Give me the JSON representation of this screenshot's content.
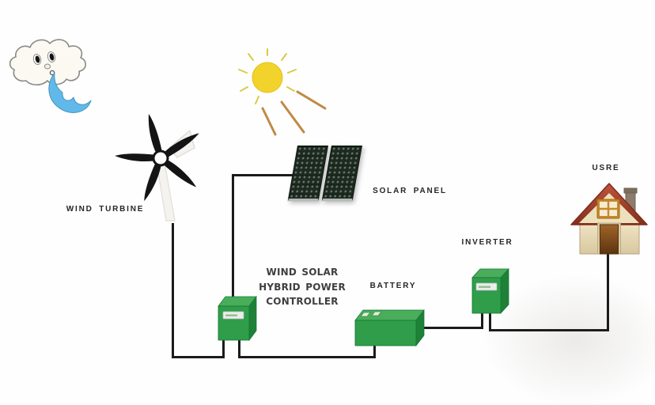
{
  "diagram": {
    "type": "wind-solar-hybrid-power-system",
    "components": [
      {
        "id": "wind-cloud",
        "icon": "cloud-blowing-wind-icon",
        "label": ""
      },
      {
        "id": "wind-turbine",
        "icon": "wind-turbine-icon",
        "label": "WIND TURBINE"
      },
      {
        "id": "sun",
        "icon": "sun-icon",
        "label": ""
      },
      {
        "id": "solar-panel",
        "icon": "solar-panel-icon",
        "label": "SOLAR PANEL"
      },
      {
        "id": "controller",
        "icon": "green-box-icon",
        "label": "WIND SOLAR HYBRID POWER CONTROLLER"
      },
      {
        "id": "battery",
        "icon": "green-battery-box-icon",
        "label": "BATTERY"
      },
      {
        "id": "inverter",
        "icon": "green-box-icon",
        "label": "INVERTER"
      },
      {
        "id": "user-house",
        "icon": "house-icon",
        "label": "USRE"
      }
    ],
    "connections": [
      [
        "wind-turbine",
        "controller"
      ],
      [
        "solar-panel",
        "controller"
      ],
      [
        "controller",
        "battery"
      ],
      [
        "battery",
        "inverter"
      ],
      [
        "inverter",
        "user-house"
      ]
    ]
  },
  "labels": {
    "wind_turbine": "WIND TURBINE",
    "solar_panel": "SOLAR PANEL",
    "controller_lines": [
      "WIND SOLAR",
      "HYBRID POWER",
      "CONTROLLER"
    ],
    "battery": "BATTERY",
    "inverter": "INVERTER",
    "house": "USRE"
  },
  "colors": {
    "box_front": "#2f9d4a",
    "box_top": "#4aad5b",
    "box_side": "#1f8038",
    "box_outline": "#157a33",
    "wire": "#1b1b1b",
    "sun": "#f2d32b",
    "sun_short_ray": "#d9cb45",
    "sun_long_ray": "#c08a45",
    "wind_gust": "#60b9e9",
    "panel_cells": "#1c2a20",
    "roof": "#a23b28",
    "wall": "#ead9b0",
    "door": "#7a4414",
    "label_text": "#262626"
  }
}
